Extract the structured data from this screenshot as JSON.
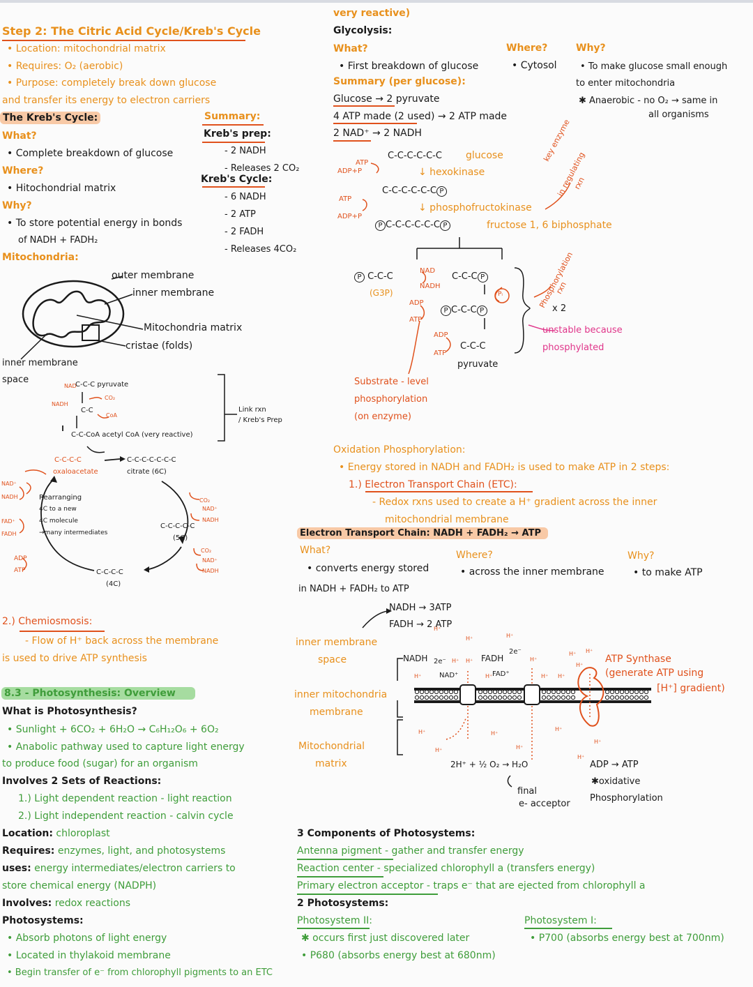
{
  "left": {
    "step2_title": "Step 2: The Citric Acid Cycle/Kreb's Cycle",
    "location": "• Location: mitochondrial matrix",
    "requires": "• Requires: O₂ (aerobic)",
    "purpose1": "• Purpose: completely break down glucose",
    "purpose2": "and transfer its energy to electron carriers",
    "kreb_heading": "The Kreb's Cycle:",
    "what_q": "What?",
    "what_a": "• Complete breakdown of glucose",
    "where_q": "Where?",
    "where_a": "• Hitochondrial matrix",
    "why_q": "Why?",
    "why_a1": "• To store potential energy in bonds",
    "why_a2": "of NADH + FADH₂",
    "mito_heading": "Mitochondria:",
    "summary": {
      "title": "Summary:",
      "prep_title": "Kreb's prep:",
      "prep_items": [
        "- 2 NADH",
        "- Releases 2 CO₂"
      ],
      "cycle_title": "Kreb's Cycle:",
      "cycle_items": [
        "- 6 NADH",
        "- 2 ATP",
        "- 2 FADH",
        "- Releases 4CO₂"
      ]
    },
    "mito_labels": {
      "outer": "outer membrane",
      "inner": "inner membrane",
      "matrix": "Mitochondria matrix",
      "cristae": "cristae (folds)",
      "ims1": "inner membrane",
      "ims2": "space"
    },
    "link": {
      "pyruvate": "C-C-C  pyruvate",
      "nad": "NAD",
      "nadh": "NADH",
      "co2": "CO₂",
      "cc": "C-C",
      "coa": "CoA",
      "acetyl": "C-C-CoA   acetyl CoA (very reactive)",
      "label1": "Link rxn",
      "label2": "/ Kreb's Prep"
    },
    "cycle": {
      "oxalo_chain": "C-C-C-C",
      "oxalo": "oxaloacetate",
      "citrate_chain": "C-C-C-C-C-C-C",
      "citrate": "citrate (6C)",
      "c5_chain": "C-C-C-C-C",
      "c5": "(5C)",
      "c4_chain": "C-C-C-C",
      "c4": "(4C)",
      "rearr": [
        "Rearranging",
        "4C to a new",
        "4C molecule",
        "→many intermediates"
      ],
      "nad": "NAD⁺",
      "nadh": "NADH",
      "fad": "FAD⁺",
      "fadh": "FADH",
      "adp": "ADP",
      "atp": "ATP",
      "co2": "CO₂",
      "nadp": "NAD⁺",
      "nadh2": "NADH"
    },
    "chemi_title": "2.) Chemiosmosis:",
    "chemi1": "- Flow of H⁺ back across the membrane",
    "chemi2": "is used to drive ATP synthesis",
    "photo_title": "8.3 - Photosynthesis: Overview",
    "photo_q": "What is Photosynthesis?",
    "photo_eq": "• Sunlight + 6CO₂ + 6H₂O → C₆H₁₂O₆ + 6O₂",
    "photo_anab1": "• Anabolic pathway used to capture light energy",
    "photo_anab2": "to produce food (sugar) for an organism",
    "involves_sets": "Involves 2 Sets of Reactions:",
    "react1": "1.) Light dependent reaction - light reaction",
    "react2": "2.) Light independent reaction - calvin cycle",
    "loc_k": "Location:",
    "loc_v": " chloroplast",
    "req_k": "Requires:",
    "req_v": " enzymes, light, and photosystems",
    "uses_k": "uses:",
    "uses_v": " energy intermediates/electron carriers to",
    "uses_v2": "store chemical energy (NADPH)",
    "inv_k": "Involves:",
    "inv_v": " redox reactions",
    "ps_k": "Photosystems:",
    "ps1": "• Absorb photons of light energy",
    "ps2": "• Located in thylakoid membrane",
    "ps3": "• Begin transfer of e⁻ from chlorophyll pigments to an ETC"
  },
  "right": {
    "very": "very reactive)",
    "glyco": "Glycolysis:",
    "what_q": "What?",
    "where_q": "Where?",
    "why_q": "Why?",
    "what_a": "• First breakdown of glucose",
    "where_a": "• Cytosol",
    "why_a1": "• To make glucose small enough",
    "why_a2": "to enter mitochondria",
    "why_a3": "✱ Anaerobic - no O₂ → same in",
    "why_a4": "all organisms",
    "sum_title": "Summary (per glucose):",
    "sum1": "Glucose → 2 pyruvate",
    "sum2": "4 ATP made (2 used) → 2 ATP made",
    "sum3": "2 NAD⁺ → 2 NADH",
    "diag": {
      "glucose_chain": "C-C-C-C-C-C",
      "glucose": "glucose",
      "hexo": "↓ hexokinase",
      "g6p_chain": "C-C-C-C-C-C",
      "pfk": "↓ phosphofructokinase",
      "f16_chain": "C-C-C-C-C-C",
      "f16": "fructose 1, 6 biphosphate",
      "atp": "ATP",
      "adpp": "ADP+P",
      "key": "key enzyme",
      "inreg": "in regulating",
      "rxn": "rxn",
      "g3p_chain": "C-C-C",
      "g3p": "(G3P)",
      "nad": "NAD",
      "nadh": "NADH",
      "ccc": "C-C-C",
      "pi": "Pᵢ",
      "adp": "ADP",
      "atp2": "ATP",
      "ccc2": "C-C-C",
      "adp3": "ADP",
      "atp3": "ATP",
      "ccc3": "C-C-C",
      "pyruvate": "pyruvate",
      "x2": "x 2",
      "phos1": "Phosphorylation",
      "phos2": "rxn",
      "unstable1": "unstable because",
      "unstable2": "phosphylated",
      "sub1": "Substrate - level",
      "sub2": "phosphorylation",
      "sub3": "(on enzyme)",
      "p": "P"
    },
    "ox_title": "Oxidation Phosphorylation:",
    "ox1": "• Energy stored in NADH and FADH₂ is used to make ATP in 2 steps:",
    "ox_step": "1.) Electron Transport Chain (ETC):",
    "ox_redox1": "- Redox rxns used to create a H⁺ gradient across the inner",
    "ox_redox2": "mitochondrial membrane",
    "etc_title": "Electron Transport Chain: NADH + FADH₂ → ATP",
    "etc_what": "What?",
    "etc_where": "Where?",
    "etc_why": "Why?",
    "etc_what_a": "• converts energy stored",
    "etc_what_a2": "in NADH + FADH₂ to ATP",
    "etc_where_a": "• across the inner membrane",
    "etc_why_a": "• to make ATP",
    "nadh3": "NADH → 3ATP",
    "fadh2": "FADH → 2 ATP",
    "ims1": "inner membrane",
    "ims2": "space",
    "imm1": "inner mitochondria",
    "imm2": "membrane",
    "mm1": "Mitochondrial",
    "mm2": "matrix",
    "nadh": "NADH",
    "e2": "2e⁻",
    "nadp": "NAD⁺",
    "fadh": "FADH",
    "fadp": "FAD⁺",
    "hplus": "H⁺",
    "water": "2H⁺ + ½ O₂ → H₂O",
    "final1": "final",
    "final2": "e- acceptor",
    "synth1": "ATP Synthase",
    "synth2": "(generate ATP using",
    "synth3": "[H⁺] gradient)",
    "adpatp": "ADP → ATP",
    "oxid1": "✱oxidative",
    "oxid2": "Phosphorylation",
    "comp_title": "3 Components of Photosystems:",
    "ant_k": "Antenna pigment",
    "ant_v": " - gather and transfer energy",
    "rc_k": "Reaction center",
    "rc_v": " -  specialized chlorophyll a (transfers energy)",
    "pea_k": "Primary electron acceptor",
    "pea_v": " - traps e⁻ that are ejected from chlorophyll a",
    "two_ps": "2 Photosystems:",
    "ps2_title": "Photosystem II:",
    "ps2_a": "✱ occurs first just discovered later",
    "ps2_b": "• P680 (absorbs energy best at 680nm)",
    "ps1_title": "Photosystem I:",
    "ps1_a": "• P700 (absorbs energy best at 700nm)"
  }
}
